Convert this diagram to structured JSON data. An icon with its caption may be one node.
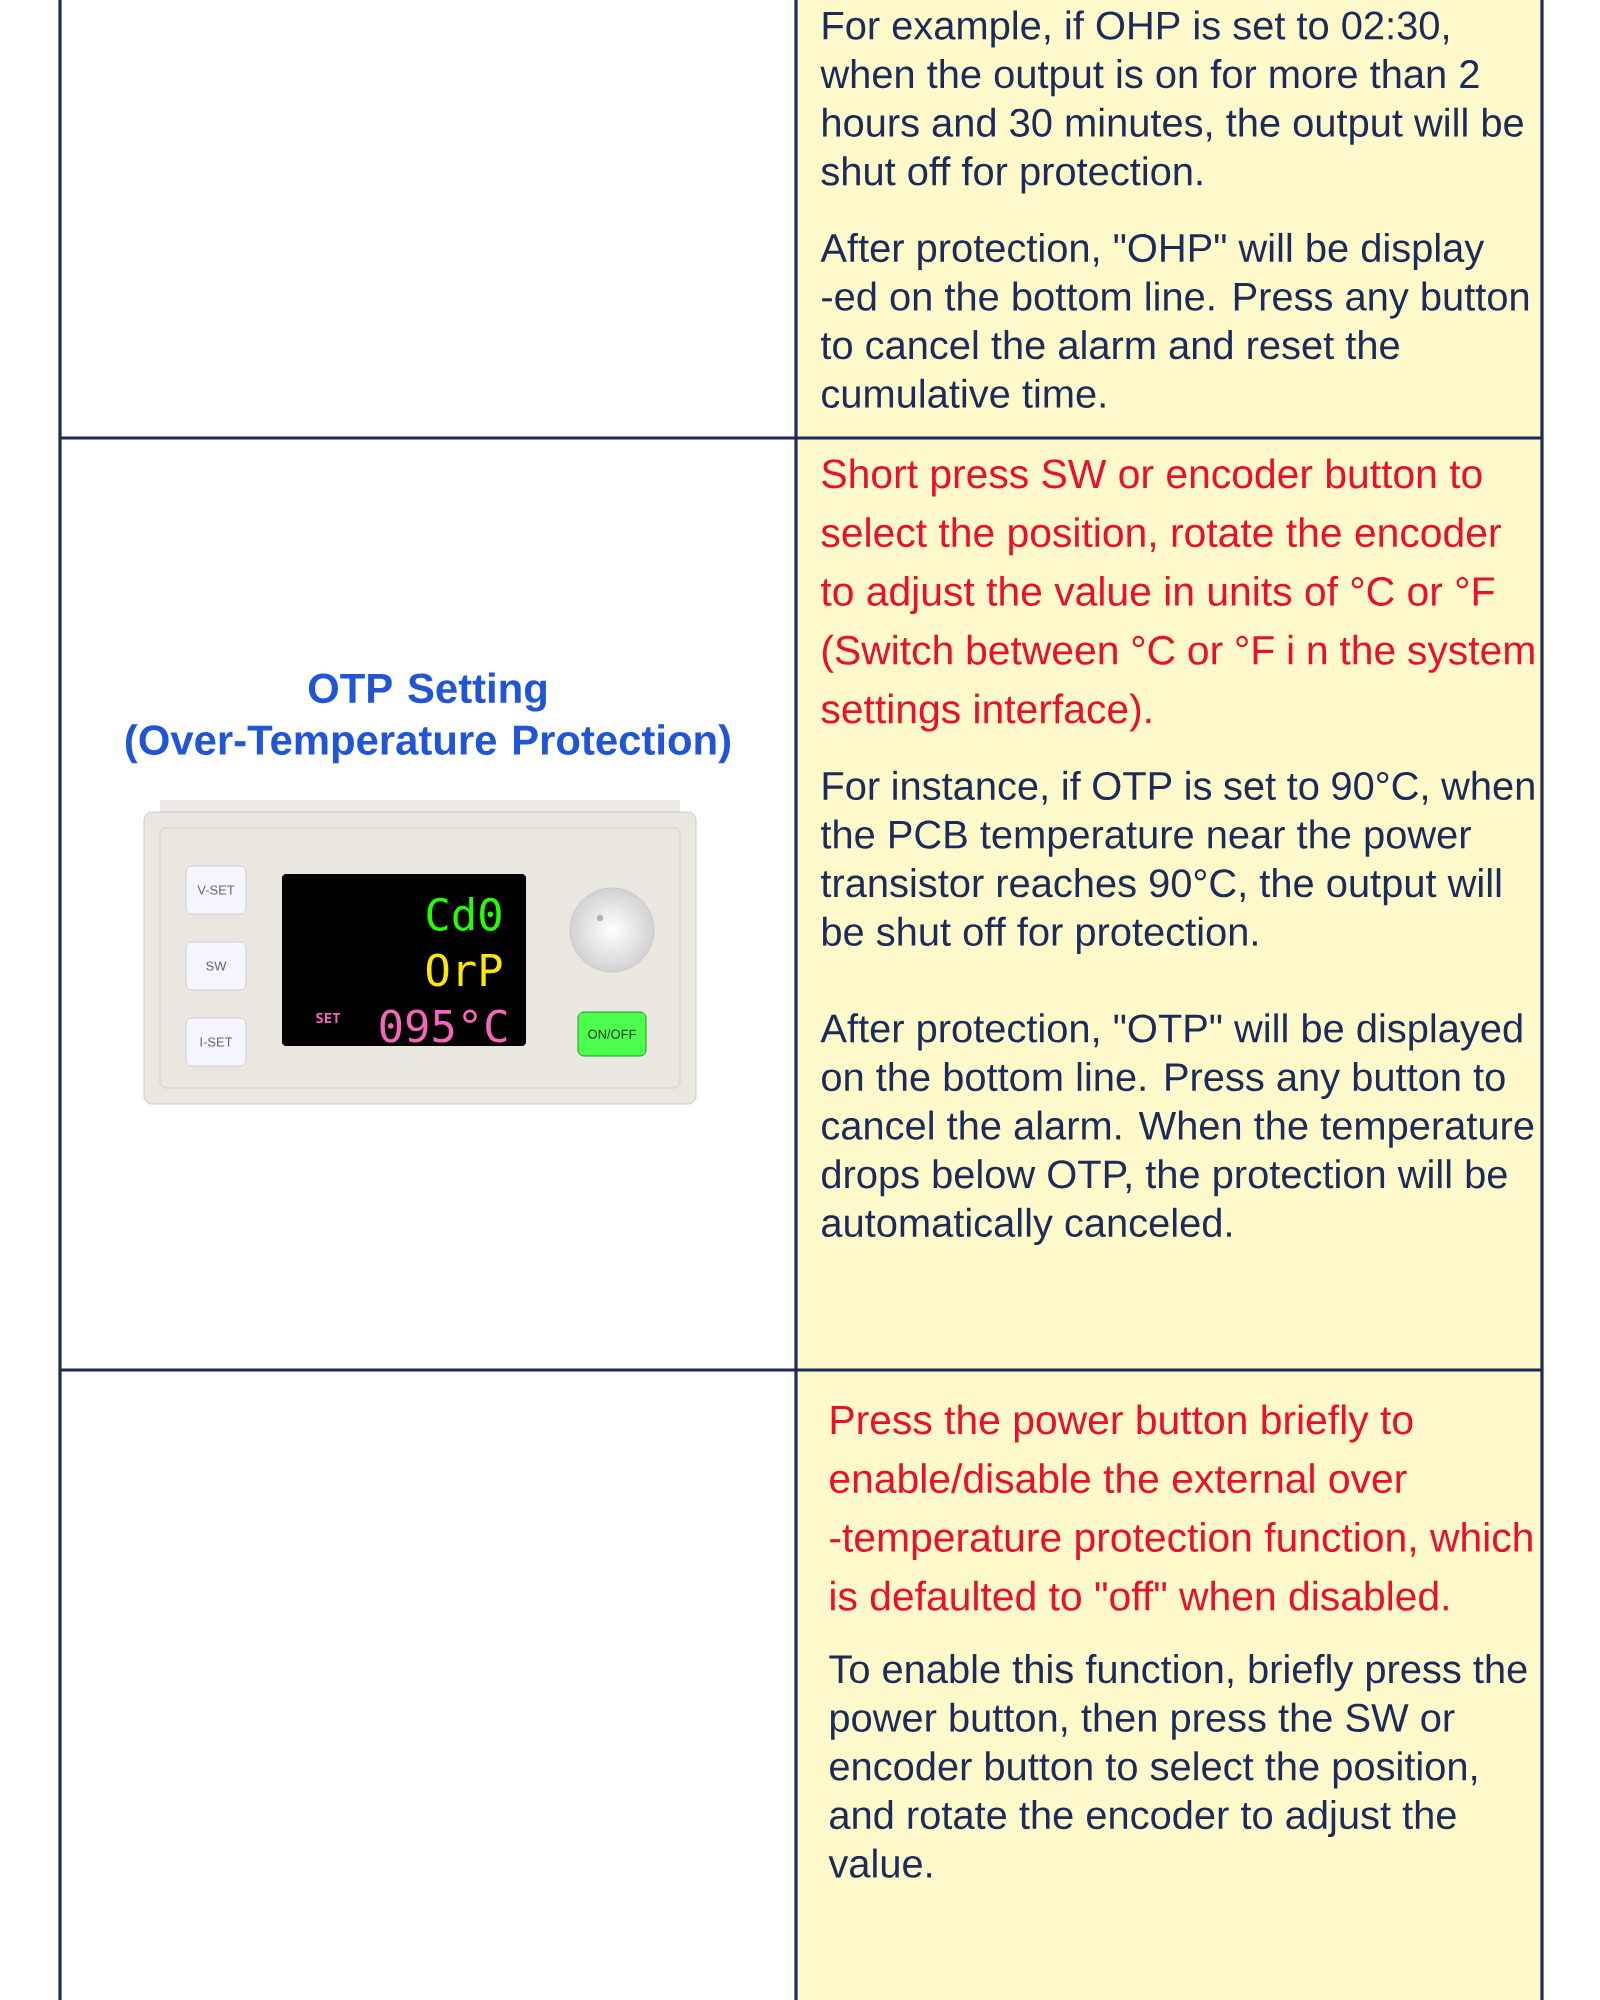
{
  "diagram": {
    "nodes": [
      {
        "text": [
          "For example, if OHP is set to 02:30, when the output is on for more than 2 hours and 30 minutes, the output will be shut off for protection.",
          "After protection, \"OHP\" will be display -ed on the bottom line. Press any button to cancel the alarm and reset the cumulative time."
        ]
      },
      {
        "text": [
          "OTP Setting (Over-Temperature Protection)"
        ]
      },
      {
        "text": [
          "Short press SW or encoder button to select the position, rotate the encoder to adjust the value in units of °C or °F (Switch between °C or °F i n the system settings interface).",
          "For instance, if OTP is set to 90°C, when the PCB temperature near the power transistor reaches 90°C, the output will be shut off for protection.",
          "After protection, \"OTP\" will be displayed on the bottom line. Press any button to cancel the alarm. When the temperature drops below OTP, the protection will be automatically canceled."
        ]
      },
      {
        "text": [
          "Press the power button briefly to enable/disable the external over -temperature protection function, which is defaulted to \"off\" when disabled.",
          "To enable this function, briefly press the power button, then press the SW or encoder button to select the position, and rotate the encoder to adjust the value."
        ]
      }
    ],
    "labels": [
      "V-SET",
      "Cd0",
      "OrP",
      "SW",
      "SET",
      "095°C",
      "I-SET",
      "ON/OFF"
    ]
  }
}
